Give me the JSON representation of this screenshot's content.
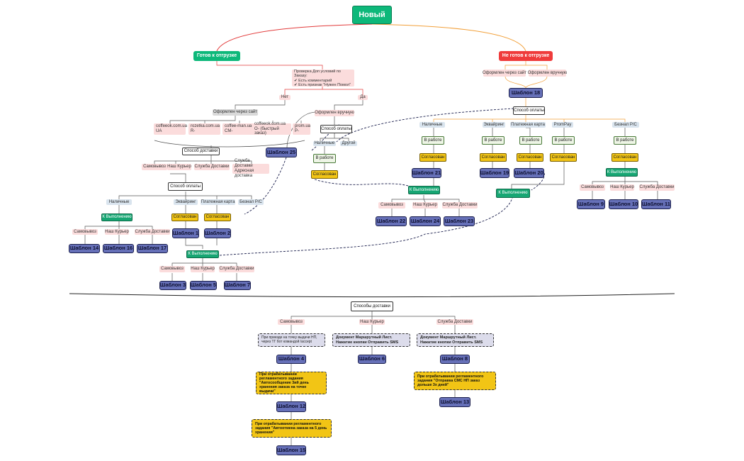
{
  "top": {
    "new": "Новый",
    "ready": "Готов к отгрузке",
    "not_ready": "Не готов к отгрузке"
  },
  "check": {
    "line1": "Проверка Доп условий по Заказу:",
    "line2": "✔ Есть комментарий",
    "line3": "✔ Есть признак \"Нужен Помол\""
  },
  "labels": {
    "no": "Нет",
    "yes": "Да",
    "via_site": "Оформлен через сайт",
    "manual": "Оформлен вручную",
    "payment": "Способ оплаты",
    "delivery": "Способ доставки",
    "cash": "Наличные",
    "other": "Другой",
    "in_work": "В работе",
    "agreed": "Согласован",
    "to_exec": "К Выполнению",
    "acquiring": "Эквайринг",
    "card": "Платежная карта",
    "cashless": "Безнал Р/С",
    "prompay": "PromPay",
    "pickup": "Самовывоз",
    "courier": "Наш Курьер",
    "service": "Служба Доставки",
    "service_addr": "Служба Доставки Адресная доставка",
    "delivery_methods": "Способы доставки"
  },
  "sites": [
    "coffeeok.com.ua UA",
    "rozetka.com.ua R-",
    "coffee-man.ua CM-",
    "coffeeok.com.ua O- (быстрый заказ)",
    "prom.ua P-"
  ],
  "templates": {
    "t1": "Шаблон 1",
    "t2": "Шаблон 2",
    "t3": "Шаблон 3",
    "t4": "Шаблон 4",
    "t5": "Шаблон 5",
    "t6": "Шаблон 6",
    "t7": "Шаблон 7",
    "t8": "Шаблон 8",
    "t9": "Шаблон 9",
    "t10": "Шаблон 10",
    "t11": "Шаблон 11",
    "t12": "Шаблон 12",
    "t13": "Шаблон 13",
    "t14": "Шаблон 14",
    "t15": "Шаблон 15",
    "t16": "Шаблон 16",
    "t17": "Шаблон 17",
    "t18": "Шаблон 18",
    "t19": "Шаблон 19",
    "t20": "Шаблон 20",
    "t21": "Шаблон 21",
    "t22": "Шаблон 22",
    "t23": "Шаблон 23",
    "t24": "Шаблон 24",
    "t25": "Шаблон 25"
  },
  "notes": {
    "pickup_note": "При приезде на точку выдачи НП, через ТГ бот командой /accept",
    "courier_note": "Документ Маршрутный Лист. Нажатие кнопки Отправить SMS",
    "service_note": "Документ Маршрутный Лист. Нажатие кнопки Отправить SMS",
    "reg1": "При отрабатывании регламентного задания \"Автосообщение 3ий день хранения заказа на точке выдачи\"",
    "reg2": "При отрабатывании регламентного задания \"Автоотмена заказа на 5 день хранения\"",
    "reg3": "При отрабатывании регламентного задания \"Отправка СМС НП заказ дольше 3х дней\""
  },
  "colors": {
    "new": "#0db87a",
    "ready": "#0db87a",
    "not_ready": "#ef3b3b",
    "template": "#6670b8",
    "agreed": "#f2c515",
    "to_exec": "#17a673",
    "left_branch_line": "#e23b3b",
    "right_branch_line": "#f2a03a"
  }
}
